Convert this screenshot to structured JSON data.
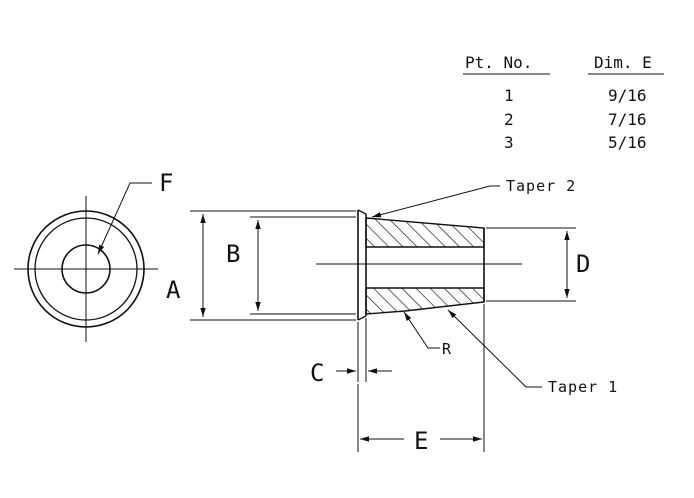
{
  "table": {
    "headers": {
      "part": "Pt. No.",
      "dim": "Dim. E"
    },
    "rows": [
      {
        "part": "1",
        "dim": "9/16"
      },
      {
        "part": "2",
        "dim": "7/16"
      },
      {
        "part": "3",
        "dim": "5/16"
      }
    ]
  },
  "labels": {
    "F": "F",
    "A": "A",
    "B": "B",
    "C": "C",
    "D": "D",
    "E": "E",
    "R": "R",
    "taper1": "Taper 1",
    "taper2": "Taper 2"
  }
}
